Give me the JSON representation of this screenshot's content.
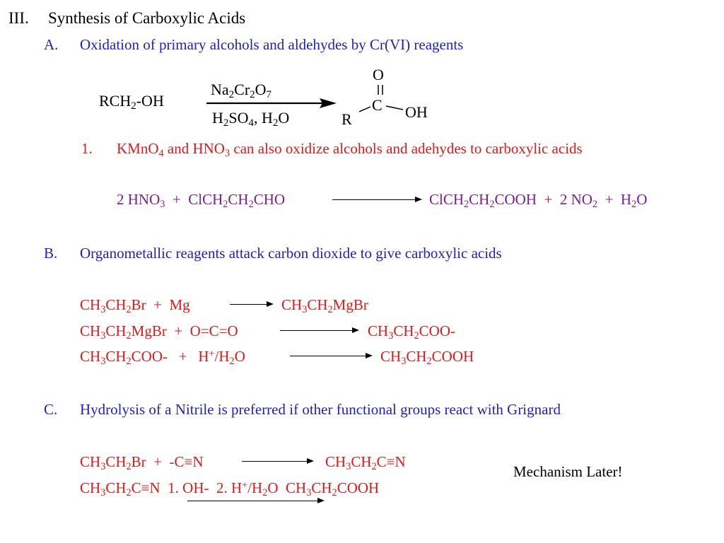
{
  "heading": {
    "num": "III.",
    "text": "Synthesis of Carboxylic Acids"
  },
  "sectionA": {
    "letter": "A.",
    "text": "Oxidation of primary alcohols and aldehydes by Cr(VI) reagents",
    "reaction": {
      "reactant": {
        "a": "RCH",
        "sub": "2",
        "b": "-OH"
      },
      "reagent_top": {
        "a": "Na",
        "s1": "2",
        "b": "Cr",
        "s2": "2",
        "c": "O",
        "s3": "7"
      },
      "reagent_bottom": {
        "a": "H",
        "s1": "2",
        "b": "SO",
        "s2": "4",
        "c": ", H",
        "s3": "2",
        "d": "O"
      },
      "product": {
        "o": "O",
        "c": "C",
        "r": "R",
        "oh": "OH"
      }
    },
    "point1": {
      "num": "1.",
      "a": "KMnO",
      "s1": "4",
      "b": " and HNO",
      "s2": "3",
      "c": " can also oxidize alcohols and adehydes to carboxylic acids"
    },
    "eq1": {
      "left": {
        "a": "2 HNO",
        "s1": "3",
        "b": "  +  ClCH",
        "s2": "2",
        "c": "CH",
        "s3": "2",
        "d": "CHO"
      },
      "right": {
        "a": "ClCH",
        "s1": "2",
        "b": "CH",
        "s2": "2",
        "c": "COOH  +  2 NO",
        "s3": "2",
        "d": "  +  H",
        "s4": "2",
        "e": "O"
      }
    }
  },
  "sectionB": {
    "letter": "B.",
    "text": "Organometallic reagents attack carbon dioxide to give carboxylic acids",
    "r1": {
      "left": {
        "a": "CH",
        "s1": "3",
        "b": "CH",
        "s2": "2",
        "c": "Br  +  Mg"
      },
      "right": {
        "a": "CH",
        "s1": "3",
        "b": "CH",
        "s2": "2",
        "c": "MgBr"
      }
    },
    "r2": {
      "left": {
        "a": "CH",
        "s1": "3",
        "b": "CH",
        "s2": "2",
        "c": "MgBr  +  O=C=O"
      },
      "right": {
        "a": "CH",
        "s1": "3",
        "b": "CH",
        "s2": "2",
        "c": "COO-"
      }
    },
    "r3": {
      "left": {
        "a": "CH",
        "s1": "3",
        "b": "CH",
        "s2": "2",
        "c": "COO-   +   H",
        "sup": "+",
        "d": "/H",
        "s3": "2",
        "e": "O"
      },
      "right": {
        "a": "CH",
        "s1": "3",
        "b": "CH",
        "s2": "2",
        "c": "COOH"
      }
    }
  },
  "sectionC": {
    "letter": "C.",
    "text": "Hydrolysis of a Nitrile is preferred if other functional groups react with Grignard",
    "r1": {
      "left": {
        "a": "CH",
        "s1": "3",
        "b": "CH",
        "s2": "2",
        "c": "Br  +  -C≡N"
      },
      "right": {
        "a": "CH",
        "s1": "3",
        "b": "CH",
        "s2": "2",
        "c": "C≡N"
      }
    },
    "r2": {
      "a": "CH",
      "s1": "3",
      "b": "CH",
      "s2": "2",
      "c": "C≡N  1. OH-  2. H",
      "sup": "+",
      "d": "/H",
      "s3": "2",
      "e": "O  ",
      "f": "CH",
      "s4": "3",
      "g": "CH",
      "s5": "2",
      "h": "COOH"
    },
    "note": "Mechanism Later!"
  }
}
